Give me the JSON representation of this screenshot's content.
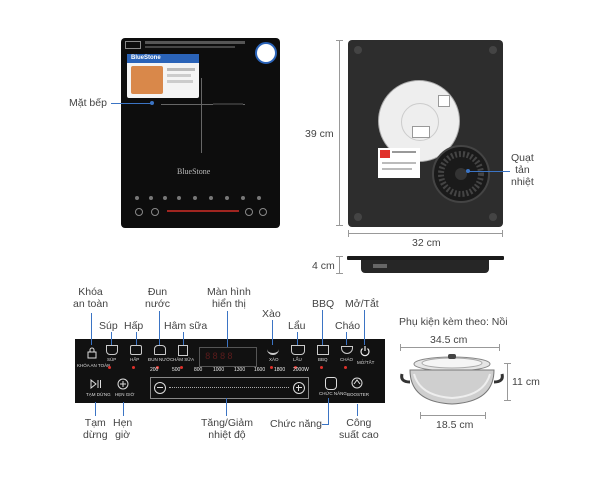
{
  "top": {
    "label_top_surface": "Mặt bếp",
    "label_fan": "Quạt\ntản\nnhiệt",
    "dim_height": "39 cm",
    "dim_width": "32 cm",
    "dim_thickness": "4 cm",
    "brand": "BlueStone",
    "sticker_brand": "BlueStone"
  },
  "panel": {
    "labels": {
      "lock": "Khóa\nan toàn",
      "soup": "Súp",
      "steam": "Hấp",
      "boil": "Đun\nnước",
      "milk": "Hâm sữa",
      "display": "Màn hình\nhiển thị",
      "stirfry": "Xào",
      "hotpot": "Lẩu",
      "bbq": "BBQ",
      "porridge": "Cháo",
      "power": "Mở/Tắt",
      "pause": "Tạm\ndừng",
      "timer": "Hẹn\ngiờ",
      "adjust": "Tăng/Giảm\nnhiệt độ",
      "function": "Chức năng",
      "booster": "Công\nsuất cao"
    },
    "printed": {
      "lock": "KHÓA AN TOÀN",
      "soup": "SÚP",
      "steam": "HẤP",
      "boil": "ĐUN NƯỚC",
      "milk": "HÂM SỮA",
      "stirfry": "XÀO",
      "hotpot": "LẨU",
      "bbq": "BBQ",
      "porridge": "CHÁO",
      "power": "MỞ/TẮT",
      "pause": "TẠM DỪNG",
      "timer": "HẸN GIỜ",
      "function": "CHỨC NĂNG",
      "booster": "BOOSTER"
    },
    "scale": [
      "200",
      "500",
      "800",
      "1000",
      "1300",
      "1600",
      "1800",
      "2000W"
    ]
  },
  "accessory": {
    "title": "Phụ kiện kèm theo: Nồi",
    "dim_top": "34.5 cm",
    "dim_height": "11 cm",
    "dim_bottom": "18.5 cm"
  },
  "colors": {
    "accent": "#3b74c4",
    "panel": "#111111",
    "red": "#e0302a"
  }
}
